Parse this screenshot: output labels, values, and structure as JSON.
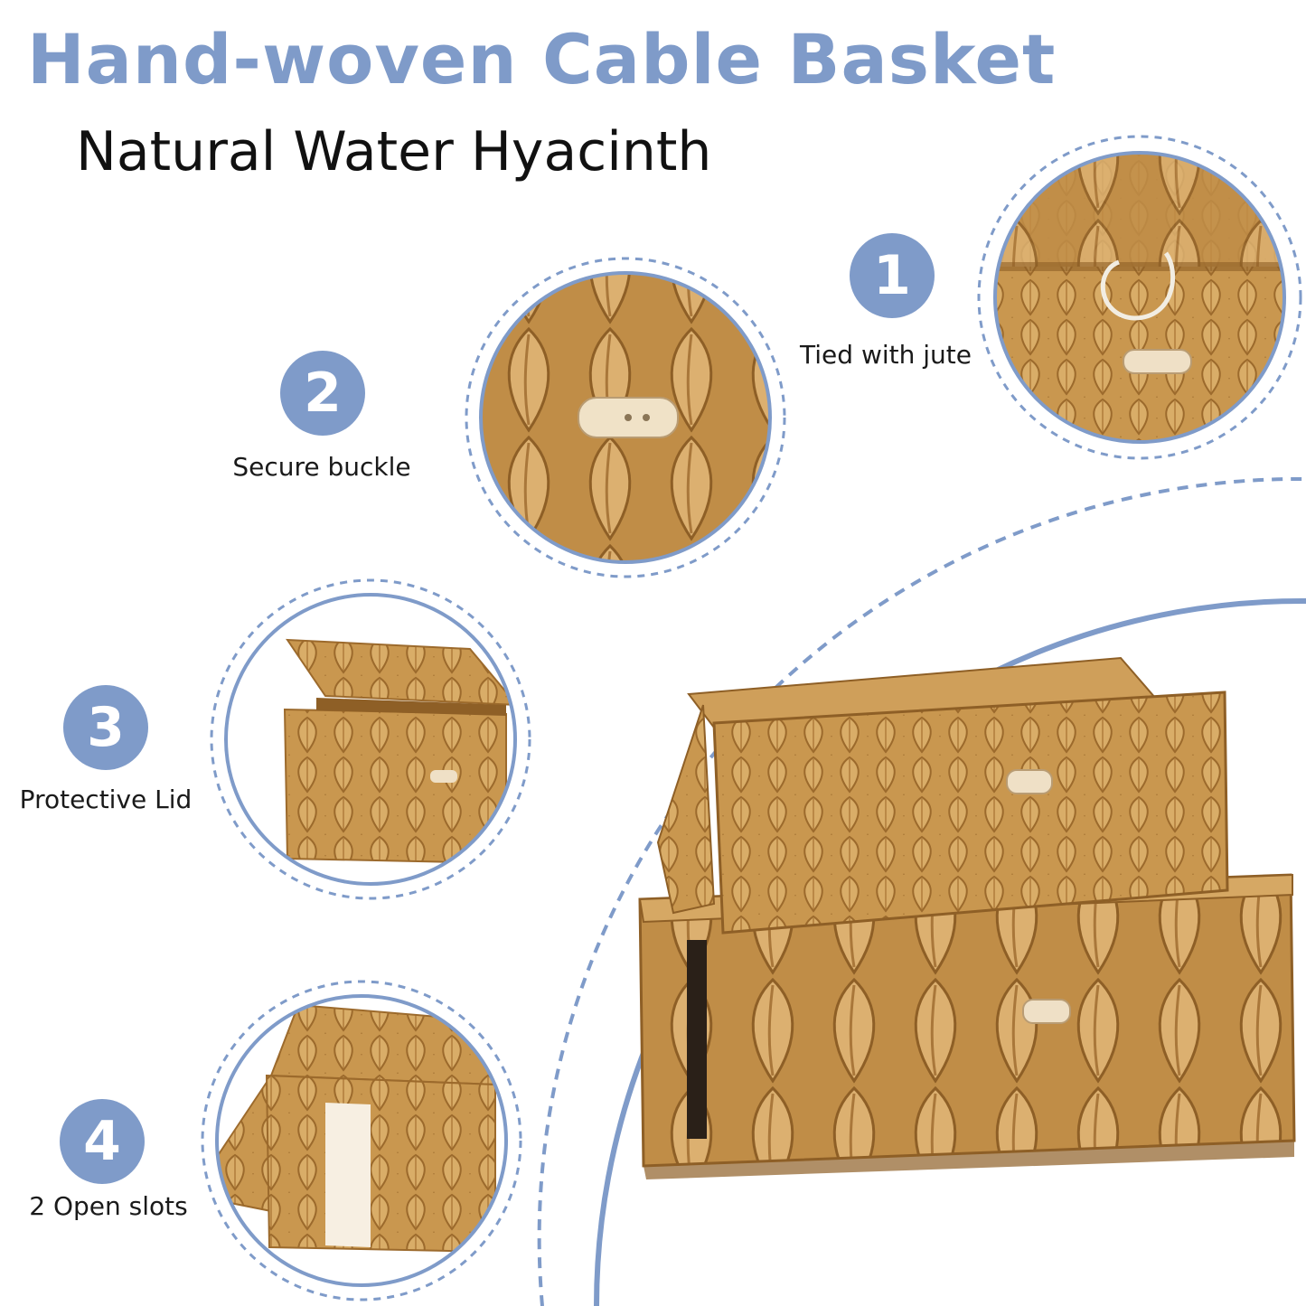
{
  "heading": {
    "title": "Hand-woven Cable Basket",
    "subtitle": "Natural Water Hyacinth"
  },
  "features": [
    {
      "number": "1",
      "label": "Tied with jute"
    },
    {
      "number": "2",
      "label": "Secure buckle"
    },
    {
      "number": "3",
      "label": "Protective Lid"
    },
    {
      "number": "4",
      "label": "2 Open slots"
    }
  ],
  "colors": {
    "accent": "#7f9bc9",
    "weave": "#c9974f",
    "weave_dark": "#9c6a2c",
    "weave_light": "#e3be82"
  }
}
